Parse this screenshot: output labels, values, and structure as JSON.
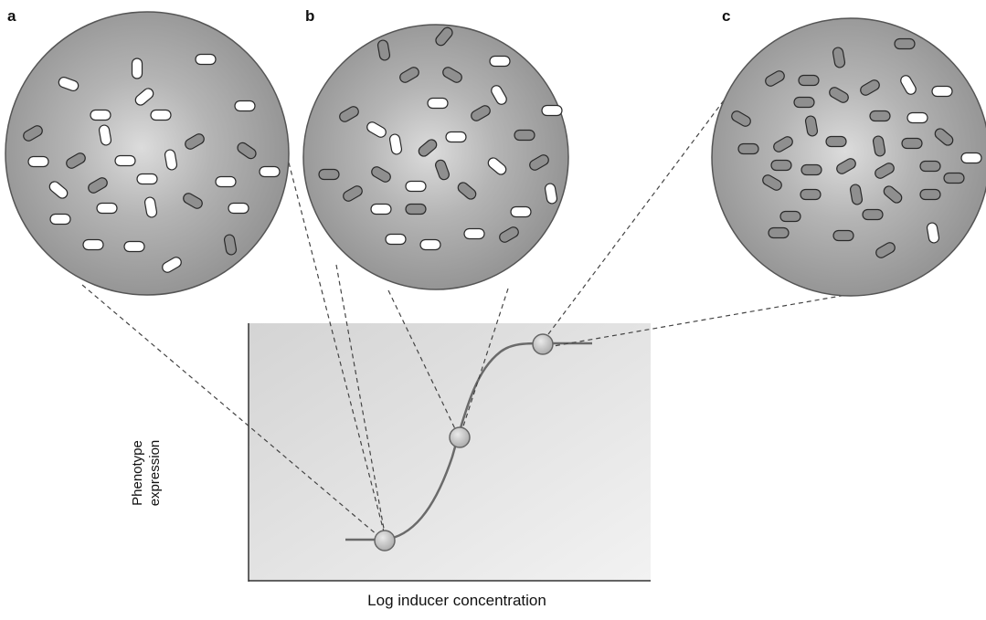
{
  "panels": [
    {
      "id": "a",
      "label": "a"
    },
    {
      "id": "b",
      "label": "b"
    },
    {
      "id": "c",
      "label": "c"
    }
  ],
  "graph": {
    "x_axis_label": "Log inducer concentration",
    "y_axis_label": "Phenotype expression"
  },
  "colors": {
    "circle_fill": "#9a9a9a",
    "circle_center": "#d8d8d8",
    "graph_background": "#e2e2e2",
    "induced_cell": "#ffffff",
    "uninduced_cell": "#8f8f8f",
    "curve": "#6a6a6a",
    "point": "#c8c8c8"
  }
}
